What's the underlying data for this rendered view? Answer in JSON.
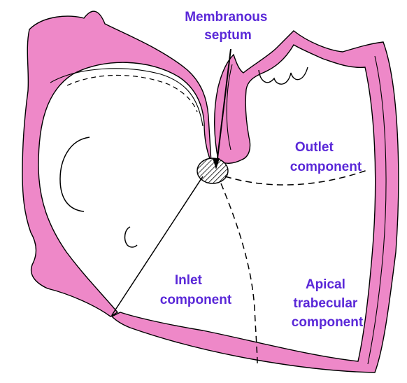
{
  "colors": {
    "wall_fill": "#ee88c8",
    "outline": "#000000",
    "label": "#5a28d8",
    "background": "#ffffff"
  },
  "labels": {
    "membranous_septum": [
      "Membranous",
      "septum"
    ],
    "outlet_component": [
      "Outlet",
      "component"
    ],
    "inlet_component": [
      "Inlet",
      "component"
    ],
    "apical_trabecular_component": [
      "Apical",
      "trabecular",
      "component"
    ]
  }
}
